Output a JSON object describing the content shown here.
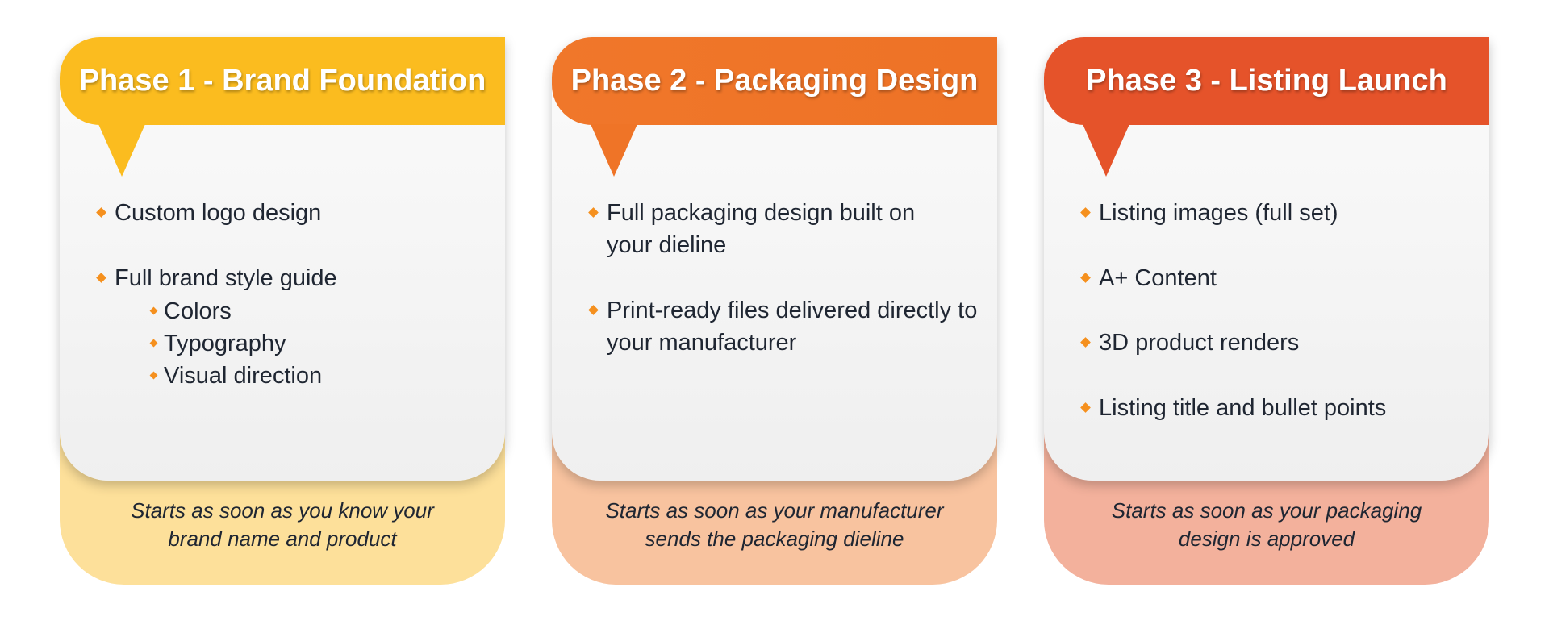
{
  "phases": [
    {
      "title": "Phase 1 - Brand Foundation",
      "color": "#FBBC1F",
      "footer_color": "#FDE09A",
      "items": [
        "Custom logo design",
        "Full brand style guide"
      ],
      "subitems": [
        "Colors",
        "Typography",
        "Visual direction"
      ],
      "footer": "Starts as soon as you know your brand name and product"
    },
    {
      "title": "Phase 2 - Packaging Design",
      "color": "#EF7427",
      "footer_color": "#F8C39F",
      "items": [
        "Full packaging design built on your dieline",
        "Print-ready files delivered directly to your manufacturer"
      ],
      "footer": "Starts as soon as your manufacturer sends the packaging dieline"
    },
    {
      "title": "Phase 3 - Listing Launch",
      "color": "#E5532A",
      "footer_color": "#F3B19C",
      "items": [
        "Listing images (full set)",
        "A+ Content",
        "3D product renders",
        "Listing title and bullet points"
      ],
      "footer": "Starts as soon as your packaging design is approved"
    }
  ]
}
